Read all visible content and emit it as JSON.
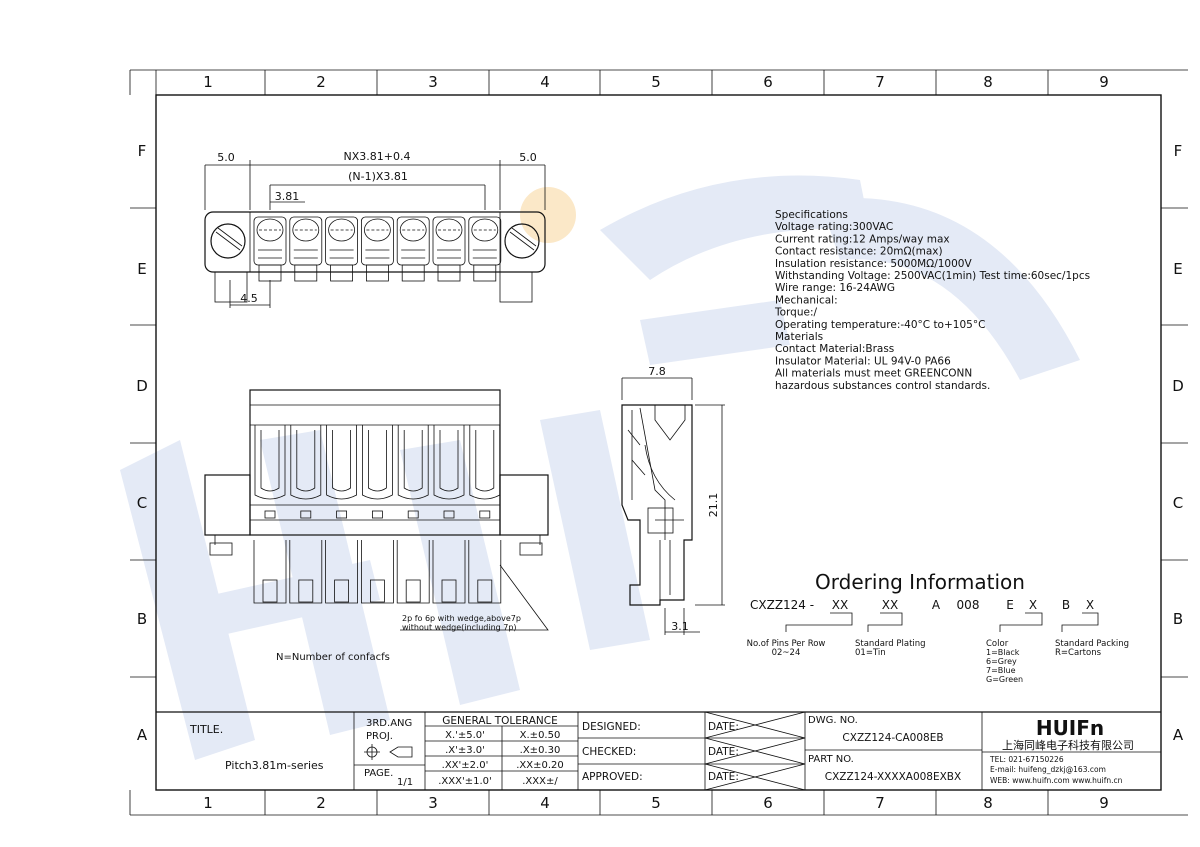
{
  "grid": {
    "columns": [
      "1",
      "2",
      "3",
      "4",
      "5",
      "6",
      "7",
      "8",
      "9"
    ],
    "rows": [
      "F",
      "E",
      "D",
      "C",
      "B",
      "A"
    ]
  },
  "watermark": {
    "text": "HUIFn"
  },
  "top_view": {
    "dim_total": "NX3.81+0.4",
    "dim_inner": "(N-1)X3.81",
    "dim_left": "5.0",
    "dim_right": "5.0",
    "dim_pitch": "3.81",
    "dim_bottom": "4.5"
  },
  "front_view": {
    "note_line1": "2p fo 6p with wedge,above7p",
    "note_line2": "without wedge(including 7p)",
    "n_note": "N=Number of confacfs"
  },
  "side_view": {
    "dim_width": "7.8",
    "dim_height": "21.1",
    "dim_pin": "3.1"
  },
  "specifications": [
    "Specifications",
    "Voltage rating:300VAC",
    "Current rating:12 Amps/way max",
    "Contact resistance: 20mΩ(max)",
    "Insulation resistance: 5000MΩ/1000V",
    "Withstanding Voltage: 2500VAC(1min) Test time:60sec/1pcs",
    "Wire range: 16-24AWG",
    "Mechanical:",
    "Torque:/",
    "Operating temperature:-40°C to+105°C",
    "Materials",
    "Contact Material:Brass",
    "Insulator Material: UL 94V-0 PA66",
    "All materials must meet GREENCONN",
    "hazardous substances control standards."
  ],
  "ordering": {
    "title": "Ordering Information",
    "code": {
      "prefix": "CXZZ124 -",
      "pins": "XX",
      "plating": "XX",
      "a": "A",
      "num": "008",
      "e": "E",
      "color": "X",
      "b": "B",
      "packing": "X"
    },
    "pins_label1": "No.of Pins Per Row",
    "pins_label2": "02~24",
    "plating_label1": "Standard Plating",
    "plating_label2": "01=Tin",
    "color_label": "Color",
    "color_options": [
      "1=Black",
      "6=Grey",
      "7=Blue",
      "G=Green"
    ],
    "packing_label1": "Standard Packing",
    "packing_label2": "R=Cartons"
  },
  "title_block": {
    "title_label": "TITLE.",
    "title_value": "Pitch3.81m-series",
    "proj_label1": "3RD.ANG",
    "proj_label2": "PROJ.",
    "page_label": "PAGE.",
    "page_value": "1/1",
    "tolerance_header": "GENERAL TOLERANCE",
    "tolerances": [
      [
        "X.'±5.0'",
        "X.±0.50"
      ],
      [
        ".X'±3.0'",
        ".X±0.30"
      ],
      [
        ".XX'±2.0'",
        ".XX±0.20"
      ],
      [
        ".XXX'±1.0'",
        ".XXX±/"
      ]
    ],
    "designed": "DESIGNED:",
    "checked": "CHECKED:",
    "approved": "APPROVED:",
    "date": "DATE:",
    "dwg_label": "DWG. NO.",
    "dwg_value": "CXZZ124-CA008EB",
    "part_label": "PART NO.",
    "part_value": "CXZZ124-XXXXA008EXBX",
    "brand": "HUIFn",
    "company": "上海同峰电子科技有限公司",
    "tel": "TEL: 021-67150226",
    "email": "E-mail: huifeng_dzkj@163.com",
    "web": "WEB: www.huifn.com  www.huifn.cn"
  },
  "colors": {
    "line": "#111111",
    "watermark": "#e4eaf6",
    "dot": "#fbe8c8"
  }
}
